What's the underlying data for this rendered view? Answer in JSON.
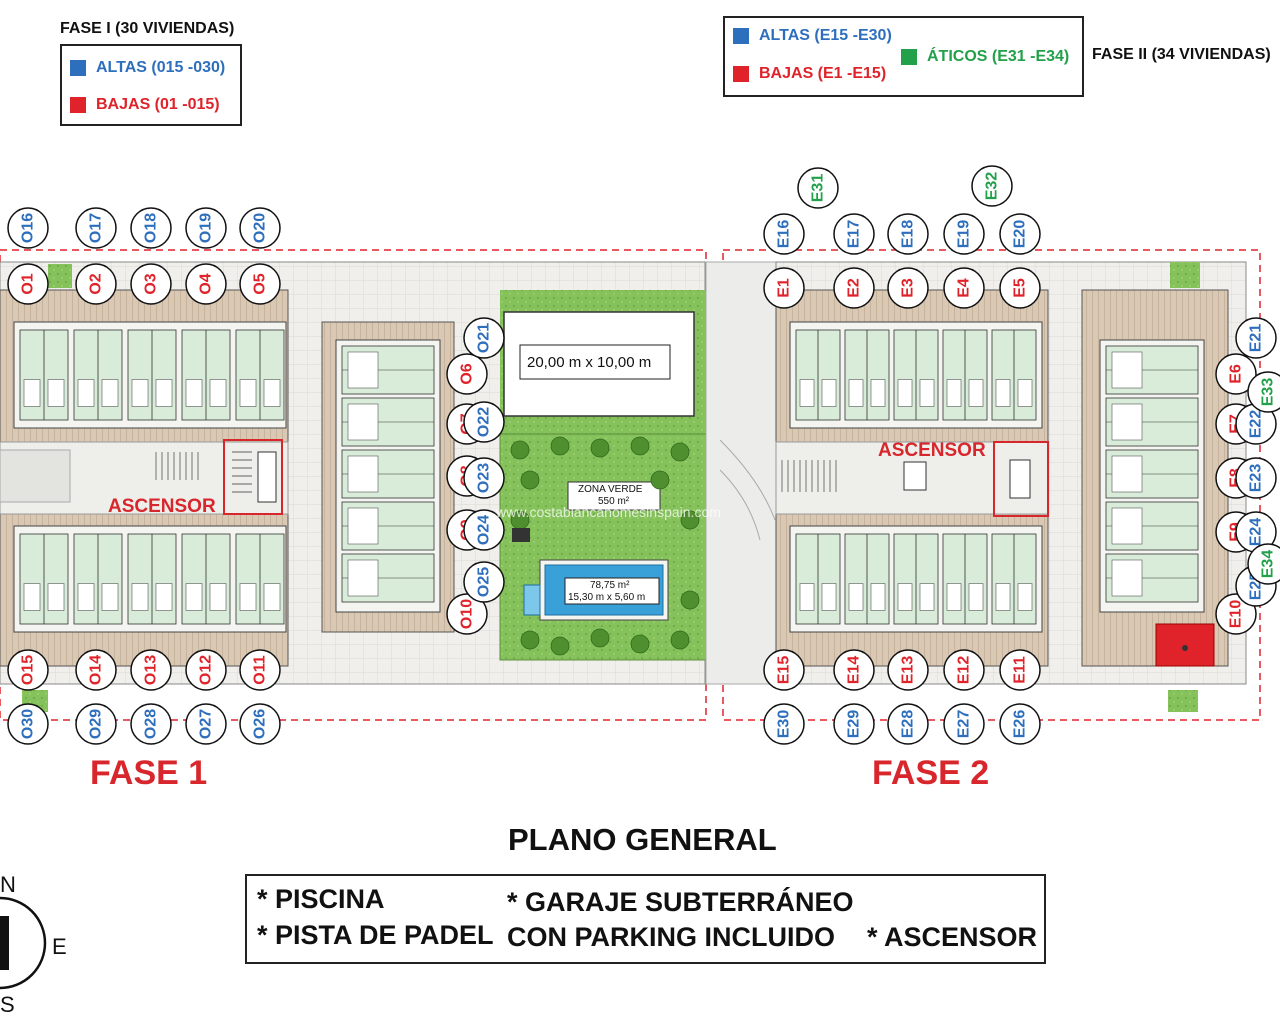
{
  "colors": {
    "altas": "#2e6fbd",
    "bajas": "#e0232a",
    "aticos": "#23a04a",
    "fase_title": "#d8262d",
    "ascensor": "#d8262d",
    "pool": "#3aa0d8",
    "green_zone": "#7cbf54",
    "building": "#e9e2d9",
    "unit": "#d8ecd9"
  },
  "legend_fase1": {
    "title": "FASE I (30 VIVIENDAS)",
    "altas": "ALTAS (015 -030)",
    "bajas": "BAJAS (01 -015)"
  },
  "legend_fase2": {
    "title": "FASE II (34 VIVIENDAS)",
    "altas": "ALTAS (E15 -E30)",
    "bajas": "BAJAS (E1 -E15)",
    "aticos": "ÁTICOS (E31 -E34)"
  },
  "padel": "20,00 m x 10,00 m",
  "zona_verde": {
    "name": "ZONA VERDE",
    "area": "550 m²"
  },
  "pool": {
    "area": "78,75 m²",
    "dims": "15,30 m x 5,60 m"
  },
  "watermark": "www.costablancahomesinspain.com",
  "ascensor_label": "ASCENSOR",
  "fase1_label": "FASE 1",
  "fase2_label": "FASE 2",
  "plan_title": "PLANO GENERAL",
  "amenities": {
    "a1": "* PISCINA",
    "a2": "* PISTA DE PADEL",
    "a3": "* GARAJE SUBTERRÁNEO",
    "a4": "CON PARKING INCLUIDO",
    "a5": "* ASCENSOR"
  },
  "compass": {
    "n": "N",
    "e": "E",
    "s": "S"
  },
  "markers_f1_top_altas": [
    "O16",
    "O17",
    "O18",
    "O19",
    "O20"
  ],
  "markers_f1_top_bajas": [
    "O1",
    "O2",
    "O3",
    "O4",
    "O5"
  ],
  "markers_f1_bottom_bajas": [
    "O15",
    "O14",
    "O13",
    "O12",
    "O11"
  ],
  "markers_f1_bottom_altas": [
    "O30",
    "O29",
    "O28",
    "O27",
    "O26"
  ],
  "markers_f1_side_bajas": [
    "O6",
    "O7",
    "O8",
    "O9",
    "O10"
  ],
  "markers_f1_side_altas": [
    "O21",
    "O22",
    "O23",
    "O24",
    "O25"
  ],
  "markers_f2_top_altas": [
    "E16",
    "E17",
    "E18",
    "E19",
    "E20"
  ],
  "markers_f2_top_bajas": [
    "E1",
    "E2",
    "E3",
    "E4",
    "E5"
  ],
  "markers_f2_top_aticos": [
    "E31",
    "E32"
  ],
  "markers_f2_bottom_bajas": [
    "E15",
    "E14",
    "E13",
    "E12",
    "E11"
  ],
  "markers_f2_bottom_altas": [
    "E30",
    "E29",
    "E28",
    "E27",
    "E26"
  ],
  "markers_f2_side_bajas": [
    "E6",
    "E7",
    "E8",
    "E9",
    "E10"
  ],
  "markers_f2_side_altas": [
    "E21",
    "E22",
    "E23",
    "E24",
    "E25"
  ],
  "markers_f2_side_aticos": [
    "E33",
    "E34"
  ]
}
